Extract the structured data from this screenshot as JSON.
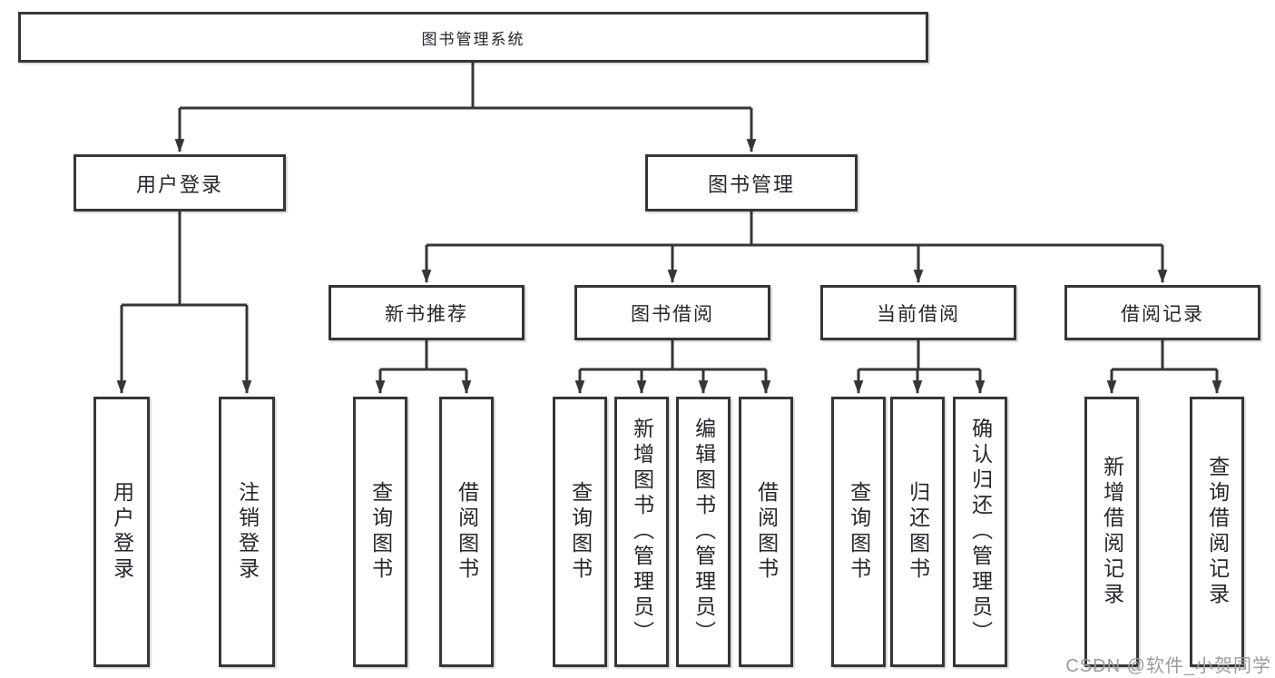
{
  "diagram": {
    "root": {
      "label": "图书管理系统"
    },
    "level2": [
      {
        "label": "用户登录",
        "children": [
          {
            "label": "用户登录"
          },
          {
            "label": "注销登录"
          }
        ]
      },
      {
        "label": "图书管理",
        "children": [
          {
            "label": "新书推荐",
            "children": [
              {
                "label": "查询图书"
              },
              {
                "label": "借阅图书"
              }
            ]
          },
          {
            "label": "图书借阅",
            "children": [
              {
                "label": "查询图书"
              },
              {
                "label": "新增图书（管理员）"
              },
              {
                "label": "编辑图书（管理员）"
              },
              {
                "label": "借阅图书"
              }
            ]
          },
          {
            "label": "当前借阅",
            "children": [
              {
                "label": "查询图书"
              },
              {
                "label": "归还图书"
              },
              {
                "label": "确认归还（管理员）"
              }
            ]
          },
          {
            "label": "借阅记录",
            "children": [
              {
                "label": "新增借阅记录"
              },
              {
                "label": "查询借阅记录"
              }
            ]
          }
        ]
      }
    ],
    "watermark": "CSDN @软件_小贺同学",
    "colors": {
      "line": "#363636",
      "box_border": "#363636",
      "text": "#26262b",
      "watermark": "#9b9ba1",
      "background": "#ffffff"
    }
  }
}
